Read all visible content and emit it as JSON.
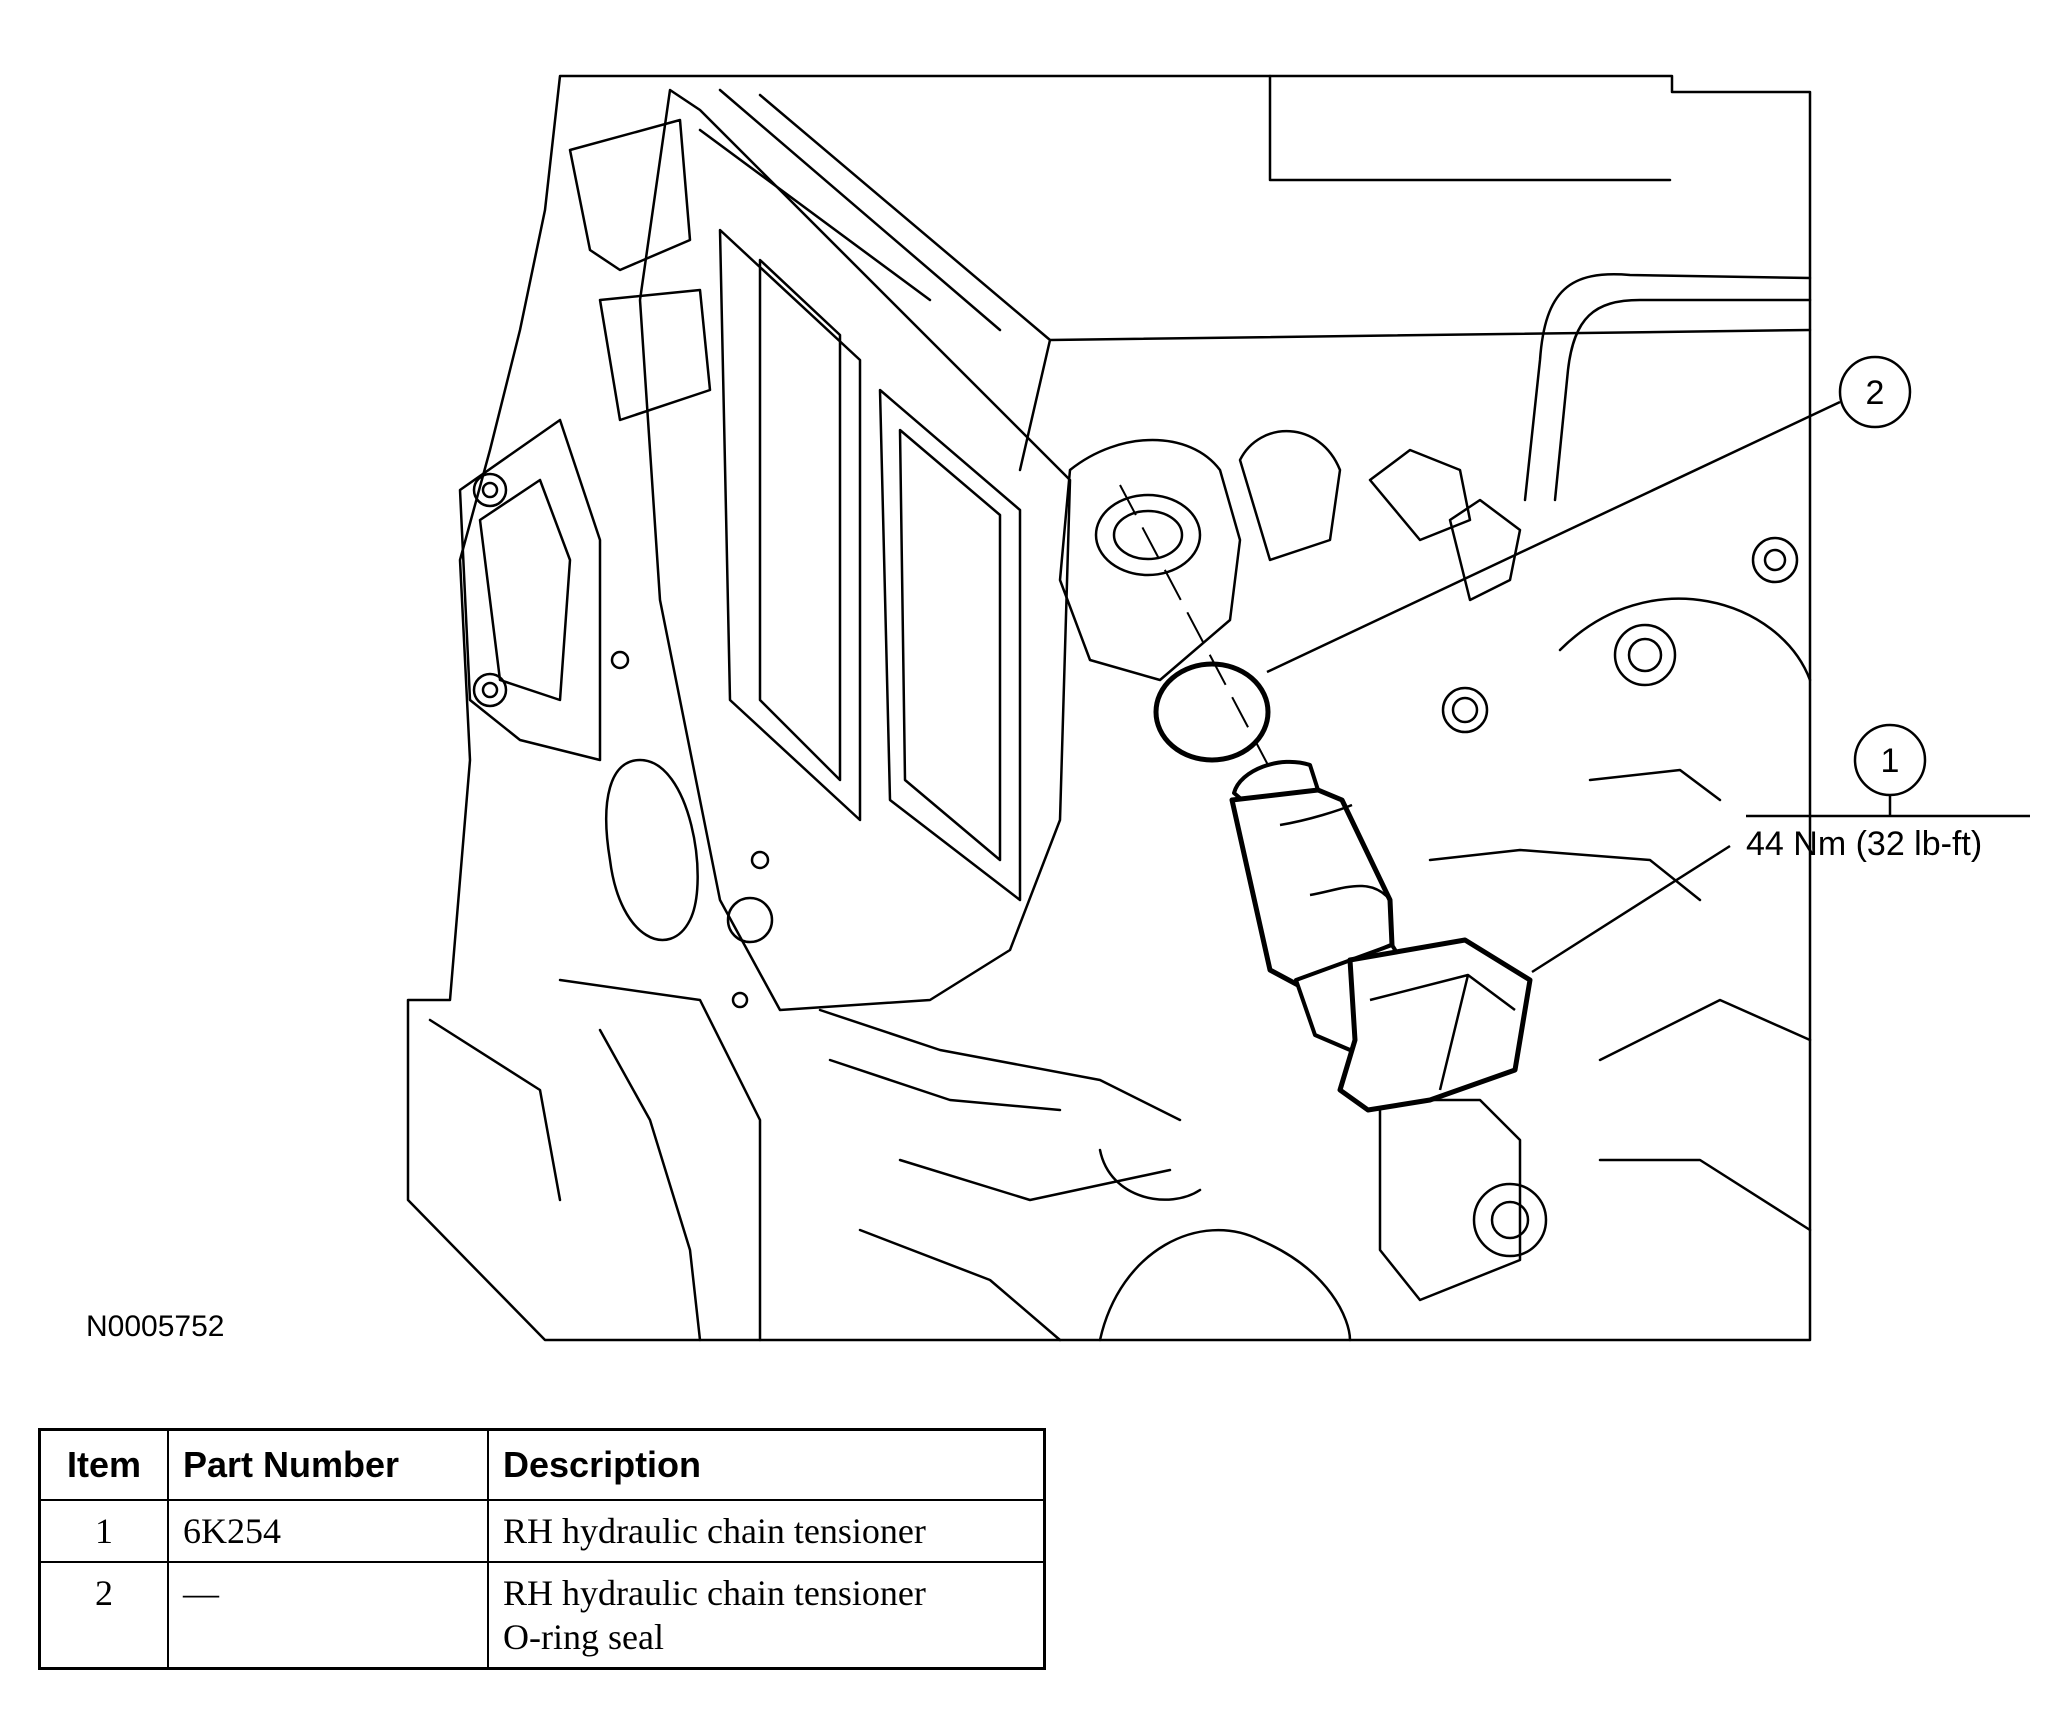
{
  "figure_id": "N0005752",
  "callouts": [
    {
      "number": "1",
      "torque": "44 Nm (32 lb-ft)"
    },
    {
      "number": "2",
      "torque": ""
    }
  ],
  "table": {
    "headers": {
      "item": "Item",
      "part_number": "Part Number",
      "description": "Description"
    },
    "rows": [
      {
        "item": "1",
        "part_number": "6K254",
        "description": [
          "RH hydraulic chain tensioner"
        ]
      },
      {
        "item": "2",
        "part_number": "—",
        "description": [
          "RH hydraulic chain tensioner",
          "O-ring seal"
        ]
      }
    ]
  }
}
